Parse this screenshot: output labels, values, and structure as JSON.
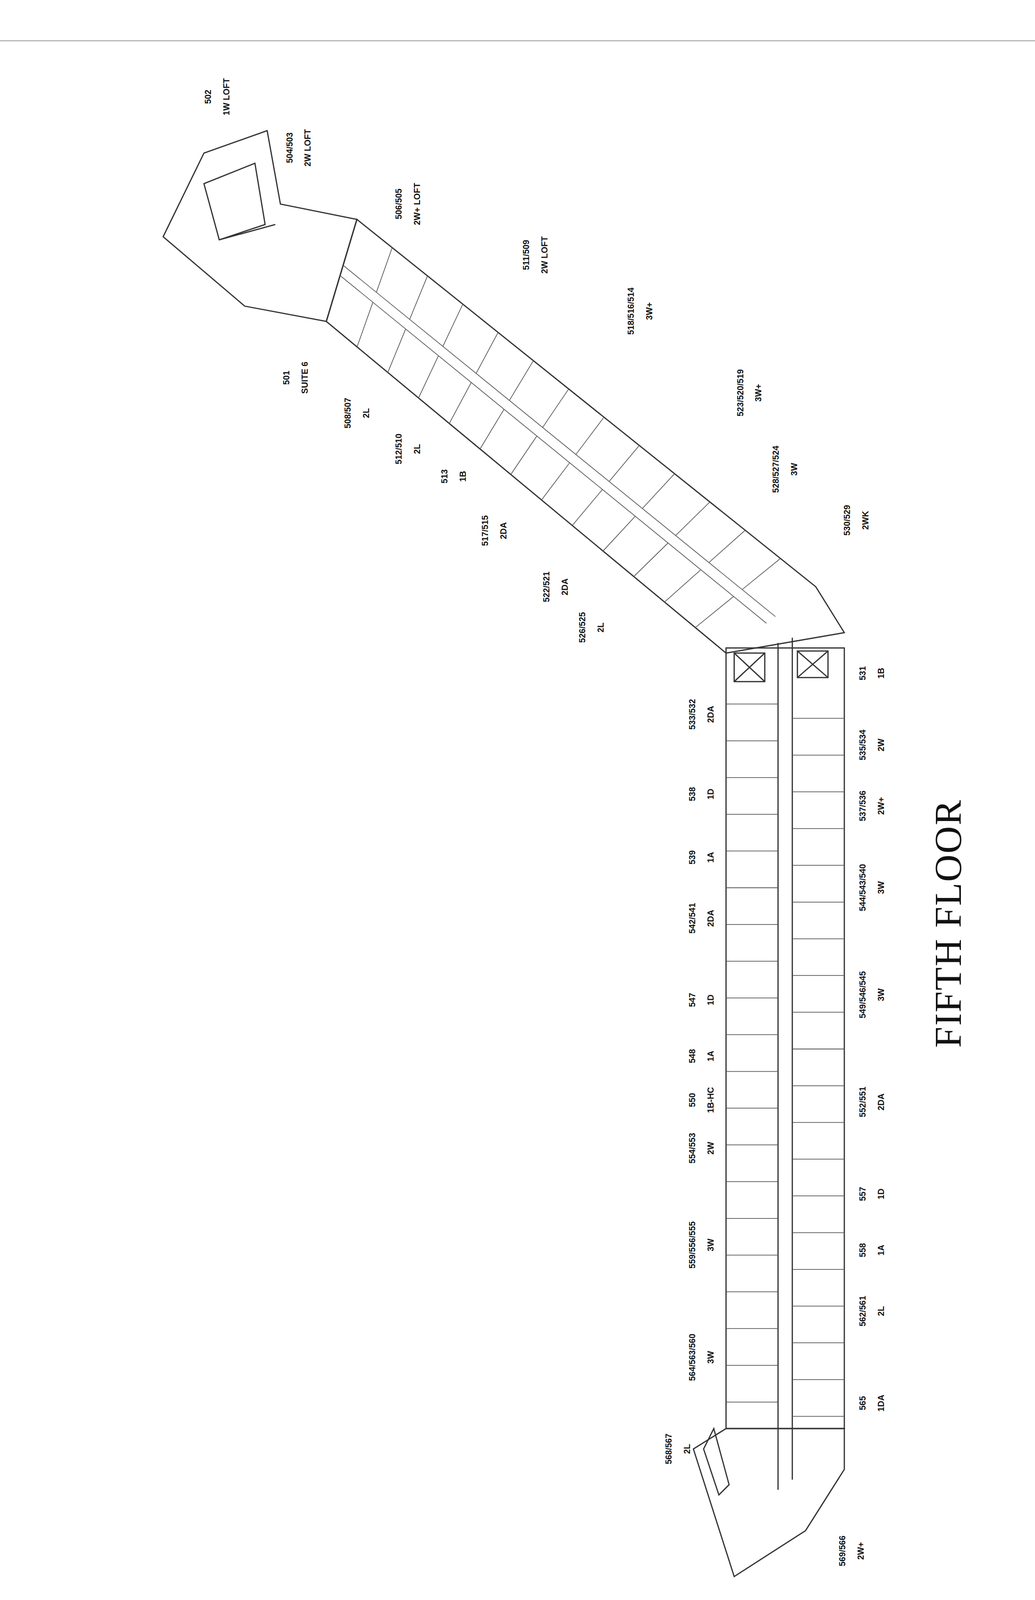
{
  "diagram": {
    "title": "FIFTH FLOOR",
    "labels": [
      "502",
      "1W LOFT",
      "504/503",
      "2W LOFT",
      "506/505",
      "2W+ LOFT",
      "511/509",
      "2W LOFT",
      "518/516/514",
      "3W+",
      "523/520/519",
      "3W+",
      "528/527/524",
      "3W",
      "530/529",
      "2WK",
      "501",
      "SUITE 6",
      "508/507",
      "2L",
      "512/510",
      "2L",
      "513",
      "1B",
      "517/515",
      "2DA",
      "522/521",
      "2DA",
      "526/525",
      "2L",
      "533/532",
      "2DA",
      "538",
      "1D",
      "539",
      "1A",
      "542/541",
      "2DA",
      "547",
      "1D",
      "548",
      "1A",
      "550",
      "1B-HC",
      "554/553",
      "2W",
      "559/556/555",
      "3W",
      "564/563/560",
      "3W",
      "568/567",
      "2L",
      "531",
      "1B",
      "535/534",
      "2W",
      "537/536",
      "2W+",
      "544/543/540",
      "3W",
      "549/546/545",
      "3W",
      "552/551",
      "2DA",
      "557",
      "1D",
      "558",
      "1A",
      "562/561",
      "2L",
      "565",
      "1DA",
      "569/566",
      "2W+"
    ]
  }
}
